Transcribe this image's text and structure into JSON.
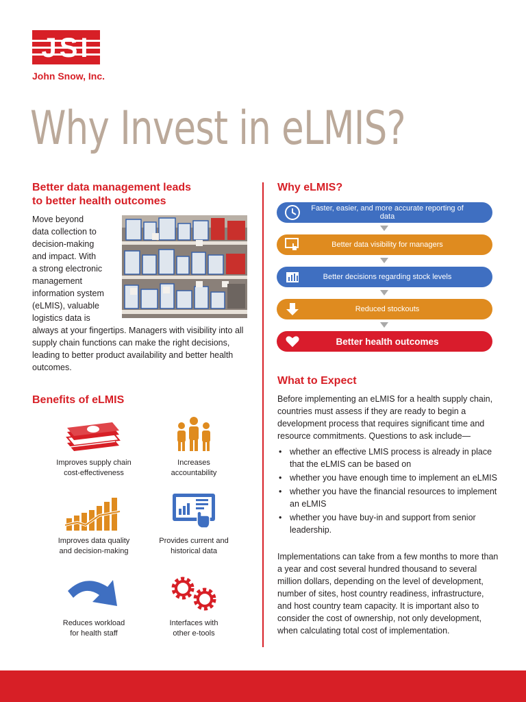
{
  "logo": {
    "letters": "JSI",
    "name": "John Snow, Inc."
  },
  "title": "Why Invest in eLMIS?",
  "left": {
    "heading_line1": "Better data management leads",
    "heading_line2": "to better health outcomes",
    "intro_lines": [
      "Move beyond",
      "data collection to",
      "decision-making",
      "and impact. With",
      "a strong electronic",
      "management",
      "information system",
      "(eLMIS), valuable",
      "logistics data is"
    ],
    "intro_continued": "always at your fingertips. Managers with visibility into all supply chain functions can make the right decisions, leading to better product availability and better health outcomes.",
    "benefits_heading": "Benefits of eLMIS",
    "benefits": [
      {
        "line1": "Improves supply chain",
        "line2": "cost-effectiveness",
        "icon": "money-stack-icon"
      },
      {
        "line1": "Increases",
        "line2": "accountability",
        "icon": "people-group-icon"
      },
      {
        "line1": "Improves data quality",
        "line2": "and decision-making",
        "icon": "bar-chart-growth-icon"
      },
      {
        "line1": "Provides current and",
        "line2": "historical data",
        "icon": "touch-screen-icon"
      },
      {
        "line1": "Reduces workload",
        "line2": "for health staff",
        "icon": "curved-arrow-icon"
      },
      {
        "line1": "Interfaces with",
        "line2": "other e-tools",
        "icon": "gears-icon"
      }
    ]
  },
  "right": {
    "why_heading": "Why eLMIS?",
    "steps": [
      {
        "label": "Faster, easier, and more accurate reporting of data",
        "icon": "clock-icon",
        "color": "blue"
      },
      {
        "label": "Better data visibility for managers",
        "icon": "touch-screen-icon",
        "color": "orange"
      },
      {
        "label": "Better decisions regarding stock levels",
        "icon": "bar-chart-icon",
        "color": "blue"
      },
      {
        "label": "Reduced stockouts",
        "icon": "down-arrow-icon",
        "color": "orange"
      },
      {
        "label": "Better health outcomes",
        "icon": "heart-icon",
        "color": "red"
      }
    ],
    "expect_heading": "What to Expect",
    "expect_intro": "Before implementing an eLMIS for a health supply chain, countries must assess if they are ready to begin a development process that requires significant time and resource commitments. Questions to ask include—",
    "bullets": [
      "whether an effective LMIS process is already in place that the eLMIS can be based on",
      "whether you have enough time to implement an eLMIS",
      "whether you have the financial resources to implement an eLMIS",
      "whether you have buy-in and support from senior leadership."
    ],
    "expect_outro": "Implementations can take from a few months to more than a year and cost several hundred thousand to several million dollars, depending on the level of development, number of sites, host country readiness, infrastructure, and host country team capacity. It is important also to consider the cost of ownership, not only development, when calculating total cost of implementation."
  },
  "colors": {
    "brand_red": "#d71f26",
    "title_tan": "#bba99a",
    "pill_blue": "#3f6fc1",
    "pill_orange": "#df8b1f",
    "pill_red": "#d91c2c"
  }
}
